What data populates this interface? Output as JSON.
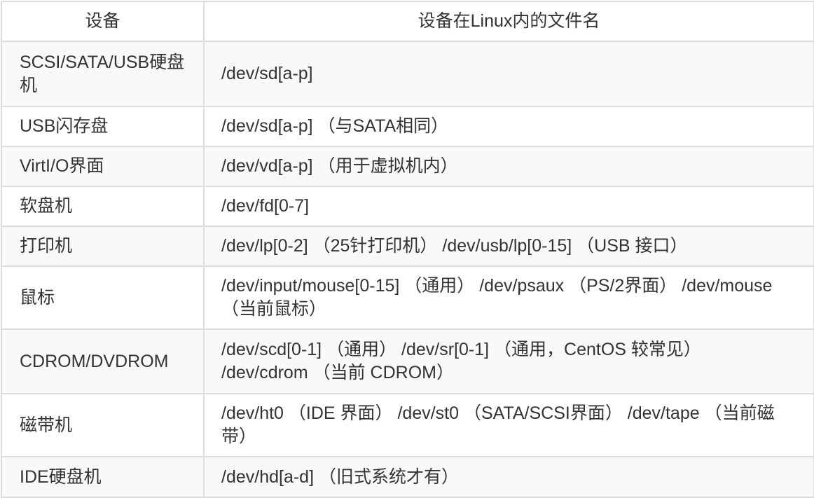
{
  "table": {
    "headers": [
      "设备",
      "设备在Linux内的文件名"
    ],
    "rows": [
      {
        "device": "SCSI/SATA/USB硬盘机",
        "path": "/dev/sd[a-p]"
      },
      {
        "device": "USB闪存盘",
        "path": "/dev/sd[a-p] （与SATA相同）"
      },
      {
        "device": "VirtI/O界面",
        "path": "/dev/vd[a-p] （用于虚拟机内）"
      },
      {
        "device": "软盘机",
        "path": "/dev/fd[0-7]"
      },
      {
        "device": "打印机",
        "path": "/dev/lp[0-2] （25针打印机） /dev/usb/lp[0-15] （USB 接口）"
      },
      {
        "device": "鼠标",
        "path": "/dev/input/mouse[0-15] （通用） /dev/psaux （PS/2界面） /dev/mouse （当前鼠标）"
      },
      {
        "device": "CDROM/DVDROM",
        "path": "/dev/scd[0-1] （通用） /dev/sr[0-1] （通用，CentOS 较常见） /dev/cdrom （当前 CDROM）"
      },
      {
        "device": "磁带机",
        "path": "/dev/ht0 （IDE 界面） /dev/st0 （SATA/SCSI界面） /dev/tape （当前磁带）"
      },
      {
        "device": "IDE硬盘机",
        "path": "/dev/hd[a-d] （旧式系统才有）"
      }
    ]
  }
}
